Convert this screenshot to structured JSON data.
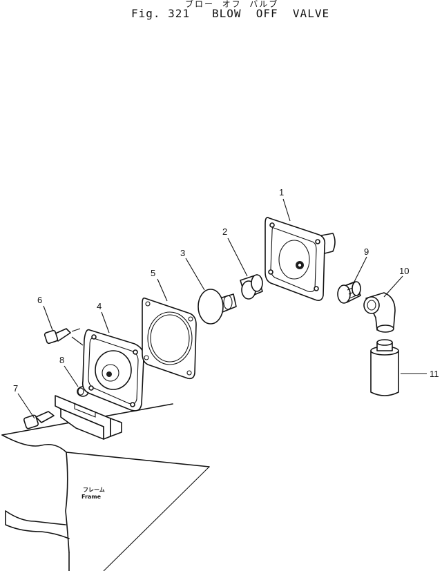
{
  "figure": {
    "title_jp": "ブロー  オフ  バルブ",
    "title": "Fig. 321   BLOW  OFF  VALVE"
  },
  "parts": [
    {
      "number": "1"
    },
    {
      "number": "2"
    },
    {
      "number": "3"
    },
    {
      "number": "4"
    },
    {
      "number": "5"
    },
    {
      "number": "6"
    },
    {
      "number": "7"
    },
    {
      "number": "8"
    },
    {
      "number": "9"
    },
    {
      "number": "10"
    },
    {
      "number": "11"
    }
  ],
  "frame_label": {
    "jp": "フレーム",
    "en": "Frame"
  }
}
